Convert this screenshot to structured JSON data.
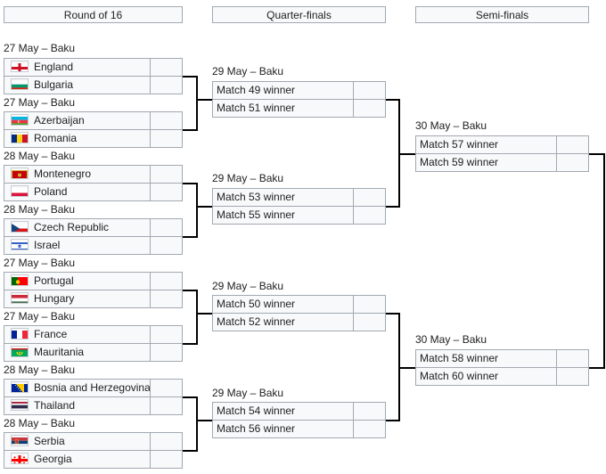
{
  "headers": {
    "r16": "Round of 16",
    "qf": "Quarter-finals",
    "sf": "Semi-finals"
  },
  "r16": [
    {
      "label": "27 May – Baku",
      "teams": [
        {
          "name": "England",
          "flag": "england-flag-icon"
        },
        {
          "name": "Bulgaria",
          "flag": "bulgaria-flag-icon"
        }
      ]
    },
    {
      "label": "27 May – Baku",
      "teams": [
        {
          "name": "Azerbaijan",
          "flag": "azerbaijan-flag-icon"
        },
        {
          "name": "Romania",
          "flag": "romania-flag-icon"
        }
      ]
    },
    {
      "label": "28 May – Baku",
      "teams": [
        {
          "name": "Montenegro",
          "flag": "montenegro-flag-icon"
        },
        {
          "name": "Poland",
          "flag": "poland-flag-icon"
        }
      ]
    },
    {
      "label": "28 May – Baku",
      "teams": [
        {
          "name": "Czech Republic",
          "flag": "czech-flag-icon"
        },
        {
          "name": "Israel",
          "flag": "israel-flag-icon"
        }
      ]
    },
    {
      "label": "27 May – Baku",
      "teams": [
        {
          "name": "Portugal",
          "flag": "portugal-flag-icon"
        },
        {
          "name": "Hungary",
          "flag": "hungary-flag-icon"
        }
      ]
    },
    {
      "label": "27 May – Baku",
      "teams": [
        {
          "name": "France",
          "flag": "france-flag-icon"
        },
        {
          "name": "Mauritania",
          "flag": "mauritania-flag-icon"
        }
      ]
    },
    {
      "label": "28 May – Baku",
      "teams": [
        {
          "name": "Bosnia and Herzegovina",
          "flag": "bosnia-flag-icon"
        },
        {
          "name": "Thailand",
          "flag": "thailand-flag-icon"
        }
      ]
    },
    {
      "label": "28 May – Baku",
      "teams": [
        {
          "name": "Serbia",
          "flag": "serbia-flag-icon"
        },
        {
          "name": "Georgia",
          "flag": "georgia-flag-icon"
        }
      ]
    }
  ],
  "qf": [
    {
      "label": "29 May – Baku",
      "teams": [
        "Match 49 winner",
        "Match 51 winner"
      ]
    },
    {
      "label": "29 May – Baku",
      "teams": [
        "Match 53 winner",
        "Match 55 winner"
      ]
    },
    {
      "label": "29 May – Baku",
      "teams": [
        "Match 50 winner",
        "Match 52 winner"
      ]
    },
    {
      "label": "29 May – Baku",
      "teams": [
        "Match 54 winner",
        "Match 56 winner"
      ]
    }
  ],
  "sf": [
    {
      "label": "30 May – Baku",
      "teams": [
        "Match 57 winner",
        "Match 59 winner"
      ]
    },
    {
      "label": "30 May – Baku",
      "teams": [
        "Match 58 winner",
        "Match 60 winner"
      ]
    }
  ]
}
